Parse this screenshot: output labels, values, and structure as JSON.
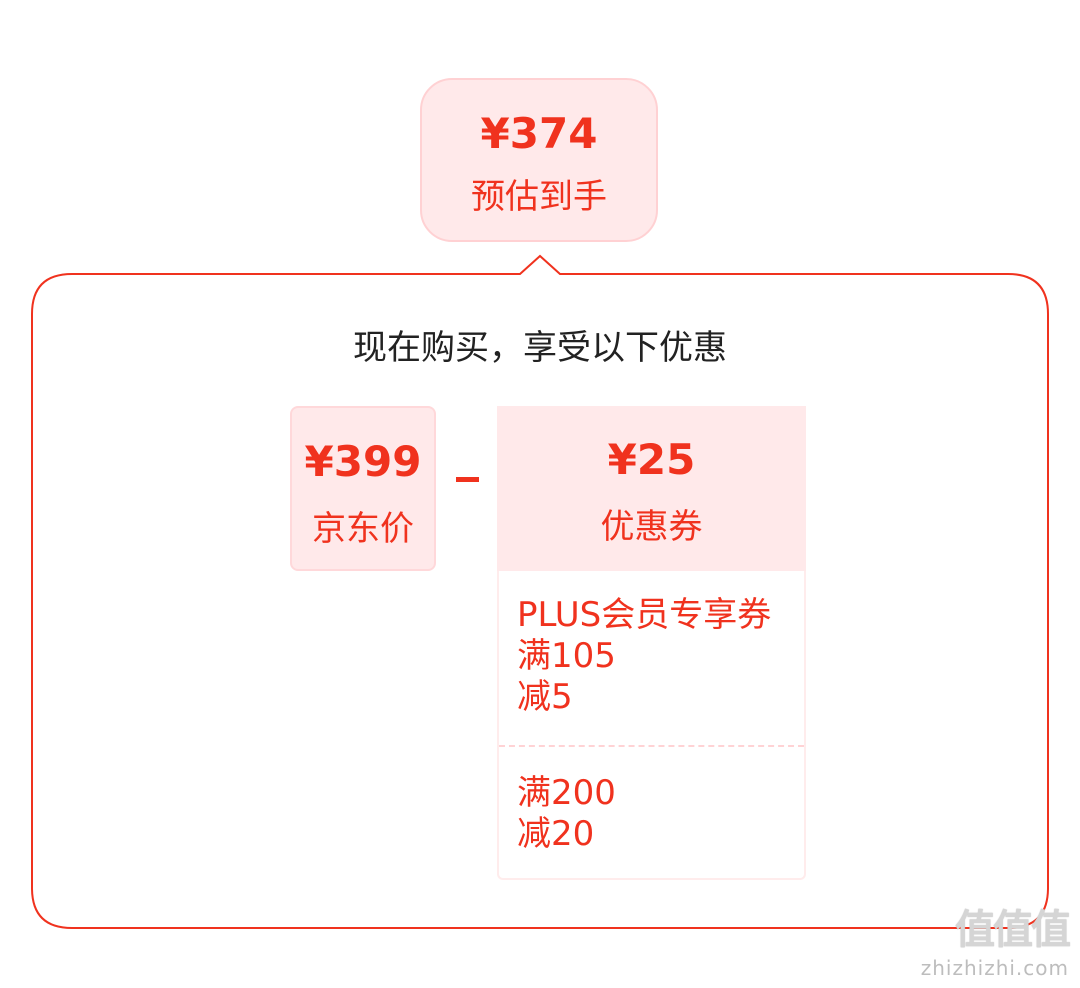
{
  "estimate": {
    "price": "¥374",
    "label": "预估到手"
  },
  "offers": {
    "title": "现在购买，享受以下优惠",
    "jd_price": {
      "value": "¥399",
      "label": "京东价"
    },
    "operator": "-",
    "coupon": {
      "value": "¥25",
      "label": "优惠券"
    },
    "coupon_list": [
      {
        "lines": [
          "PLUS会员专享券",
          "满105",
          "减5"
        ]
      },
      {
        "lines": [
          "满200",
          "减20"
        ]
      }
    ]
  },
  "watermark": {
    "logo": "值值值",
    "url": "zhizhizhi.com"
  },
  "colors": {
    "accent": "#f0321e",
    "accent_bg": "#ffe9ea",
    "frame_border": "#f0321e",
    "text_dark": "#222222"
  }
}
